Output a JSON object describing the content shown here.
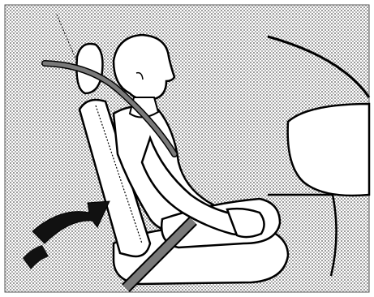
{
  "figure": {
    "subject": "seated-occupant-with-seat-belt-and-reclined-seatback",
    "icons": {
      "background": "halftone-dot-pattern",
      "arrow": "seatback-adjust-arrow",
      "airbag": "airbag-shape"
    },
    "colors": {
      "background_dot": "#9a9a9a",
      "background_fill": "#ffffff",
      "line": "#000000",
      "belt": "#7a7a7a",
      "arrow": "#111111"
    }
  }
}
